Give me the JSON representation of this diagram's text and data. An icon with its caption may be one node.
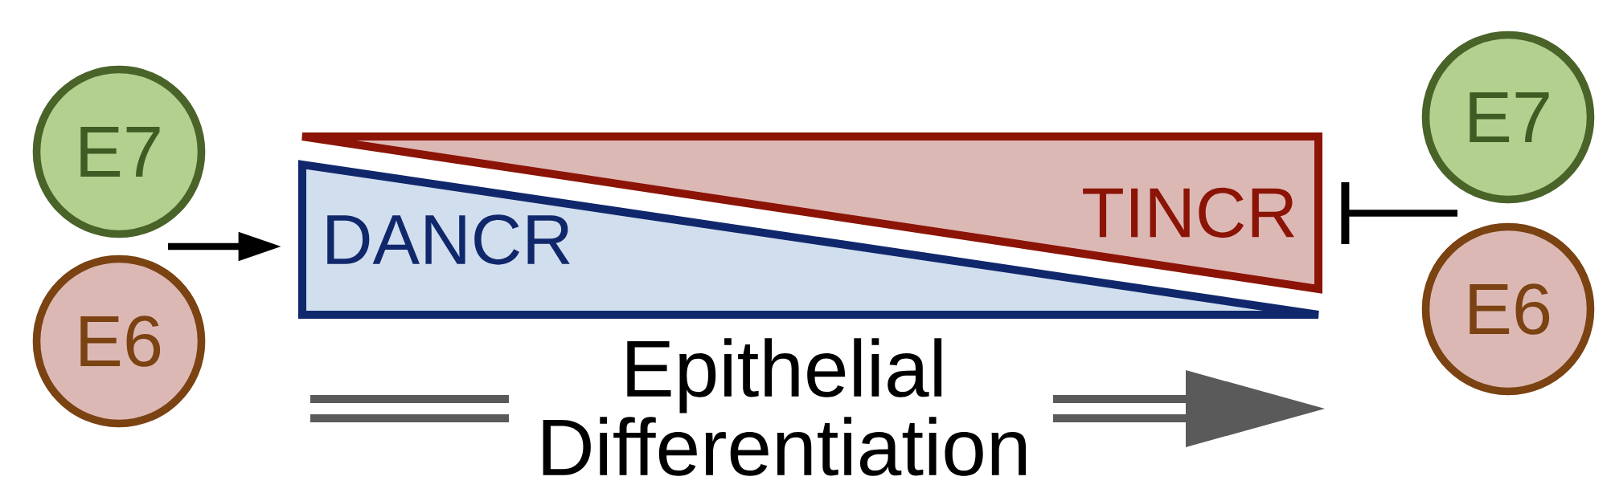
{
  "diagram": {
    "nodes": [
      {
        "text": [
          "E7"
        ]
      },
      {
        "text": [
          "E6"
        ]
      },
      {
        "text": [
          "DANCR"
        ]
      },
      {
        "text": [
          "TINCR"
        ]
      },
      {
        "text": [
          "E7"
        ]
      },
      {
        "text": [
          "E6"
        ]
      }
    ],
    "edges": [
      {
        "from": 0,
        "to": 2,
        "arrow": "to"
      },
      {
        "from": 1,
        "to": 2,
        "arrow": "to"
      },
      {
        "from": 4,
        "to": 3,
        "arrow": "other"
      },
      {
        "from": 5,
        "to": 3,
        "arrow": "other"
      }
    ],
    "labels": [
      "Epithelial Differentiation"
    ]
  }
}
